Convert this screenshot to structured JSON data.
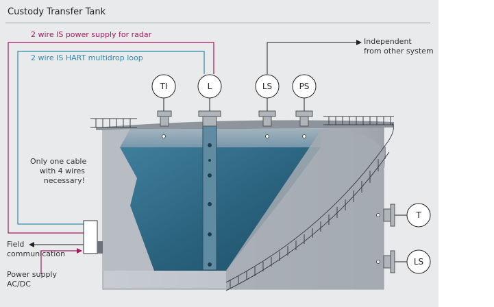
{
  "title": "Custody Transfer Tank",
  "labels": {
    "power_radar": "2 wire IS power supply for radar",
    "hart_loop": "2 wire IS HART multidrop loop",
    "independent": [
      "Independent",
      "from other system"
    ],
    "one_cable": [
      "Only one cable",
      "with 4 wires",
      "necessary!"
    ],
    "field_comm": [
      "Field",
      "communication"
    ],
    "power_supply": [
      "Power supply",
      "AC/DC"
    ]
  },
  "instruments": {
    "ti": "TI",
    "l": "L",
    "ls_top": "LS",
    "ps": "PS",
    "t": "T",
    "ls_side": "LS"
  },
  "colors": {
    "power_line": "#a3195b",
    "hart_line": "#2f8aa8",
    "liquid": "#2d6a86"
  }
}
